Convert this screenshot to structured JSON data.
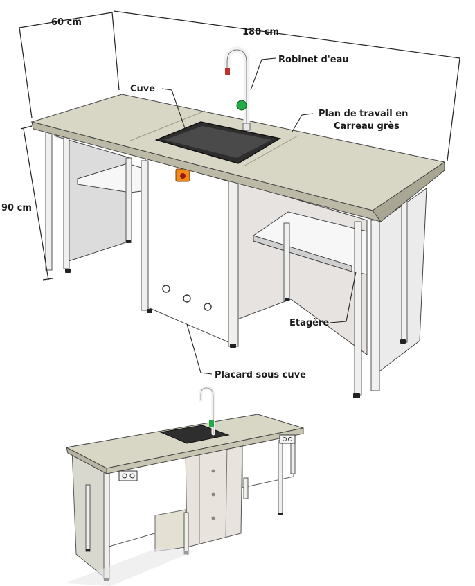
{
  "dimensions": {
    "depth": "60 cm",
    "width": "180 cm",
    "height": "90 cm"
  },
  "labels": {
    "faucet": "Robinet d'eau",
    "sink": "Cuve",
    "worktop_line1": "Plan de travail en",
    "worktop_line2": "Carreau grès",
    "shelf": "Etagère",
    "cabinet": "Placard sous cuve"
  },
  "colors": {
    "worktop": "#d8d6c4",
    "panel": "#f4f4f4",
    "frame": "#e8e8e4",
    "sink": "#3a3a3a",
    "tap_accent": "#22aa44",
    "valve": "#f08a1c"
  }
}
